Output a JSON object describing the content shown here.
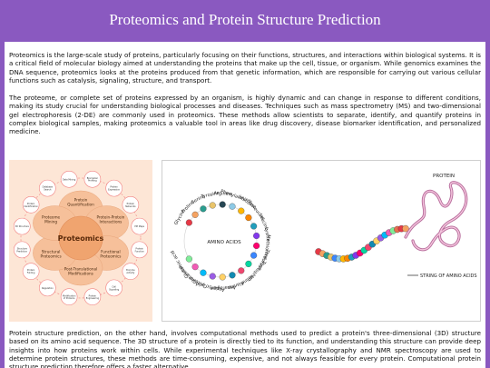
{
  "title": "Proteomics and Protein Structure Prediction",
  "paragraphs": {
    "p1": "Proteomics is the large-scale study of proteins, particularly focusing on their functions, structures, and interactions within biological systems. It is a critical field of molecular biology aimed at understanding the proteins that make up the cell, tissue, or organism. While genomics examines the DNA sequence, proteomics looks at the proteins produced from that genetic information, which are responsible for carrying out various cellular functions such as catalysis, signaling, structure, and transport.",
    "p2": "The proteome, or complete set of proteins expressed by an organism, is highly dynamic and can change in response to different conditions, making its study crucial for understanding biological processes and diseases. Techniques such as mass spectrometry (MS) and two-dimensional gel electrophoresis (2-DE) are commonly used in proteomics. These methods allow scientists to separate, identify, and quantify proteins in complex biological samples, making proteomics a valuable tool in areas like drug discovery, disease biomarker identification, and personalized medicine.",
    "p3": "Protein structure prediction, on the other hand, involves computational methods used to predict a protein's three-dimensional (3D) structure based on its amino acid sequence. The 3D structure of a protein is directly tied to its function, and understanding this structure can provide deep insights into how proteins work within cells. While experimental techniques like X-ray crystallography and NMR spectroscopy are used to determine protein structures, these methods are time-consuming, expensive, and not always feasible for every protein. Computational protein structure prediction therefore offers a faster alternative."
  },
  "proteomics_diagram": {
    "center": "Proteomics",
    "petals": [
      "Protein Quantification",
      "Protein-Protein Interactions",
      "Functional Proteomics",
      "Post-Translational Modifications",
      "Structural Proteomics",
      "Proteome Mining"
    ],
    "outer": [
      "Biomarker Profiling",
      "Protein Expression",
      "Protein Networks",
      "PPI Maps",
      "Protein Function",
      "Enzyme Activity",
      "Cell Signaling",
      "Protein Engineering",
      "Modification of Proteins",
      "Regulation",
      "Protein Folding",
      "Structure Prediction",
      "3D Structure",
      "Protein Identification",
      "Database Search",
      "Data Mining"
    ]
  },
  "amino_diagram": {
    "center": "AMINO ACIDS",
    "acids": [
      "Glycine",
      "Proline",
      "Serine",
      "Tyrosine",
      "Arginine",
      "Phenylalanine",
      "Histidine",
      "Isoleucine",
      "Leucine",
      "Lysine",
      "Methionine",
      "Threonine",
      "Tryptophan",
      "Valine",
      "Alanine",
      "Asparagine",
      "Aspartic acid",
      "Cysteine",
      "Glutamine",
      "Glutamic acid"
    ],
    "protein_label": "PROTEIN",
    "string_label": "STRING OF AMINO ACIDS"
  },
  "colors": {
    "header_bg": "#8a59c0",
    "left_panel_bg": "#fde6d6",
    "petal": "#f6c09a",
    "center": "#f0a46f",
    "ring": "#f08080"
  }
}
